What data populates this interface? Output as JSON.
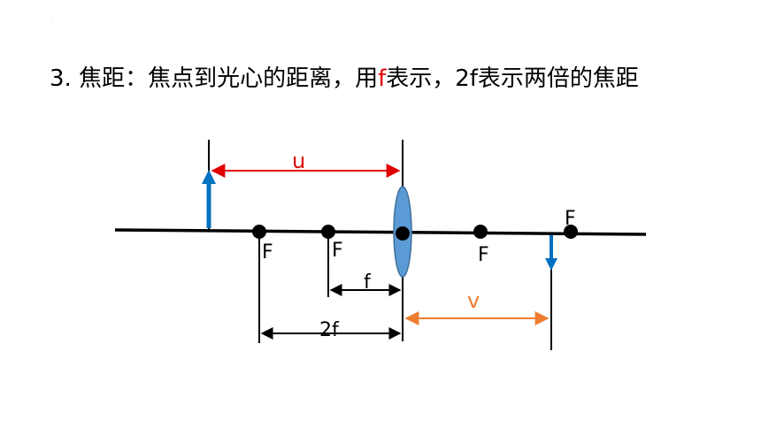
{
  "page": {
    "corner_mark": "."
  },
  "title": {
    "part1": "3. 焦距：焦点到光心的距离，用",
    "part2": "f",
    "part3": "表示，2f表示两倍的焦距"
  },
  "diagram": {
    "label_u": "u",
    "label_v": "v",
    "label_f": "f",
    "label_2f": "2f",
    "focal_labels": [
      "F",
      "F",
      "F",
      "F"
    ],
    "colors": {
      "red": "#e00000",
      "orange": "#ed7d31",
      "blue": "#0070c0",
      "lens": "#5b9bd5",
      "lens_stroke": "#41719c",
      "black": "#000000"
    }
  }
}
